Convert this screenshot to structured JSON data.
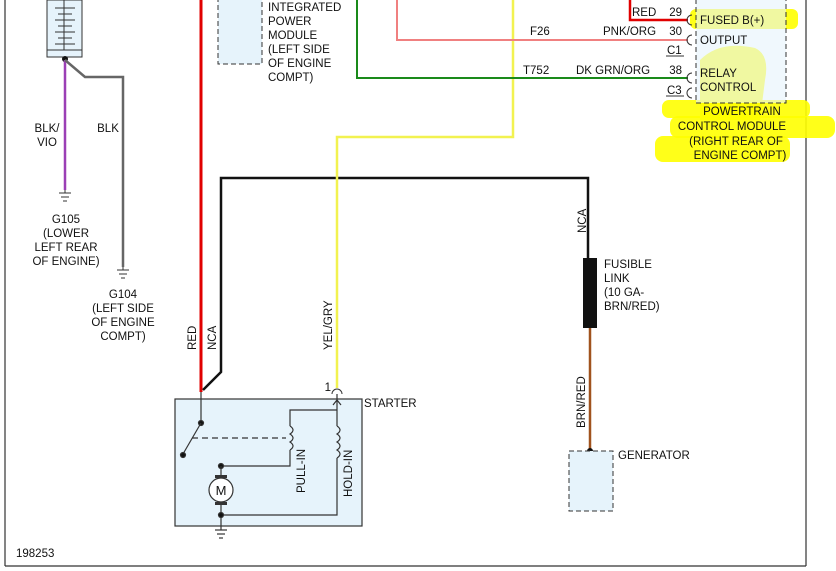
{
  "diagram_id": "198253",
  "ground_g105": {
    "wire": "BLK/VIO",
    "wire_line2": "",
    "label": [
      "G105",
      "(LOWER",
      "LEFT REAR",
      "OF ENGINE)"
    ]
  },
  "ground_g104": {
    "wire": "BLK",
    "label": [
      "G104",
      "(LEFT SIDE",
      "OF ENGINE",
      "COMPT)"
    ]
  },
  "ipm": {
    "label": [
      "INTEGRATED",
      "POWER",
      "MODULE",
      "(LEFT SIDE",
      "OF ENGINE",
      "COMPT)"
    ]
  },
  "pcm": {
    "label": [
      "POWERTRAIN",
      "CONTROL MODULE",
      "(RIGHT REAR OF",
      "ENGINE COMPT)"
    ],
    "pins": [
      {
        "num": "29",
        "wire": "RED",
        "circuit": "",
        "name": "FUSED B(+)"
      },
      {
        "num": "30",
        "wire": "PNK/ORG",
        "circuit": "F26",
        "name": "OUTPUT"
      },
      {
        "num": "38",
        "wire": "DK GRN/ORG",
        "circuit": "T752",
        "name": "RELAY"
      }
    ],
    "connector_c1": "C1",
    "connector_c3": "C3",
    "relay_control_line2": "CONTROL"
  },
  "starter": {
    "label": "STARTER",
    "pin": "1",
    "wire_red": "RED",
    "wire_nca": "NCA",
    "wire_yel": "YEL/GRY",
    "pull_in": "PULL-IN",
    "hold_in": "HOLD-IN",
    "motor": "M"
  },
  "fusible_link": {
    "wire_top": "NCA",
    "label": [
      "FUSIBLE",
      "LINK",
      "(10 GA-",
      "BRN/RED)"
    ],
    "wire_bottom": "BRN/RED"
  },
  "generator": {
    "label": "GENERATOR"
  },
  "colors": {
    "red": "#e00000",
    "pink": "#f08080",
    "green": "#1a8a1a",
    "yellow": "#f2f250",
    "brown": "#a0521d",
    "violet": "#9b3fb5",
    "highlight": "#ffff00"
  }
}
